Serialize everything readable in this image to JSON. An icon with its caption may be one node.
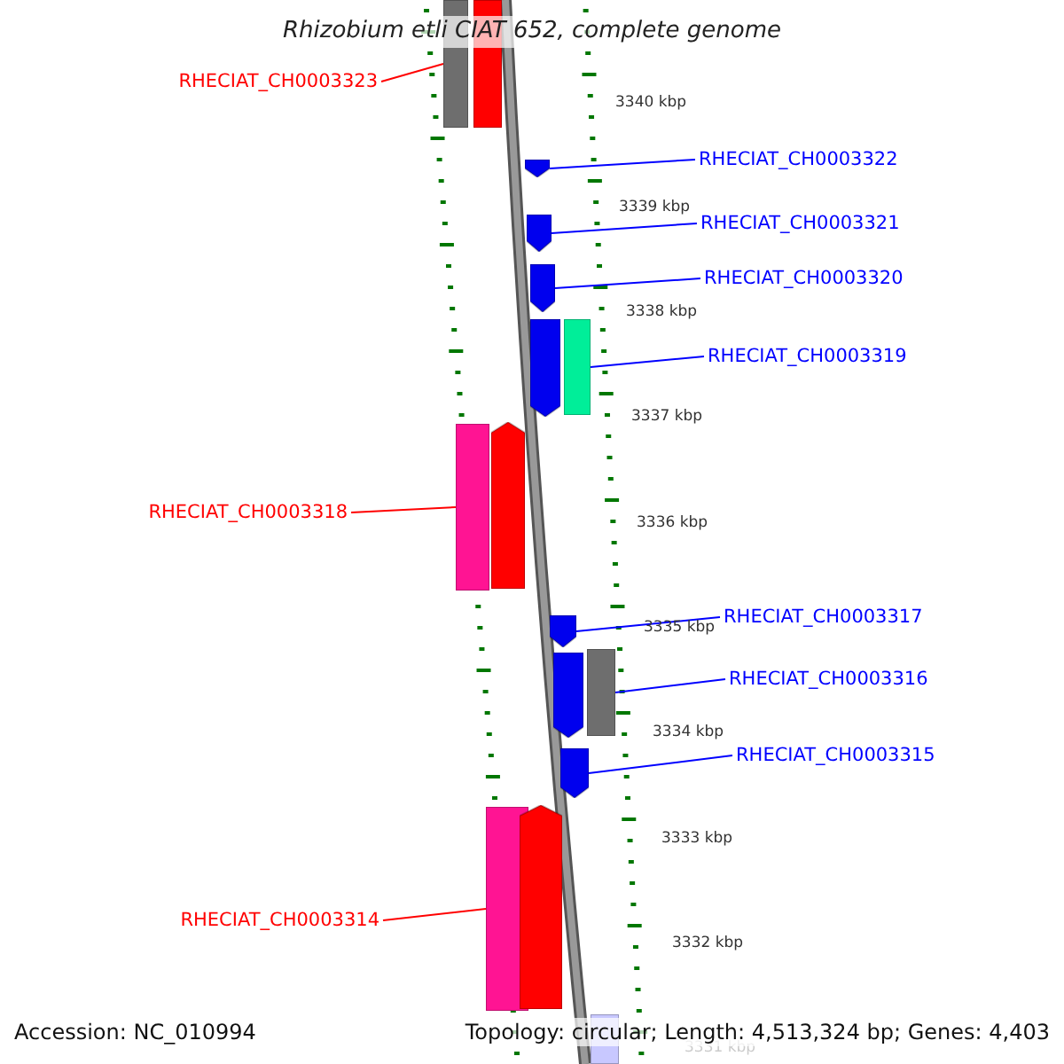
{
  "diagram": {
    "title": "Rhizobium etli CIAT 652, complete genome",
    "nodes": [
      {
        "text": [
          "RHECIAT_CH0003323"
        ]
      },
      {
        "text": [
          "RHECIAT_CH0003322"
        ]
      },
      {
        "text": [
          "RHECIAT_CH0003321"
        ]
      },
      {
        "text": [
          "RHECIAT_CH0003320"
        ]
      },
      {
        "text": [
          "RHECIAT_CH0003319"
        ]
      },
      {
        "text": [
          "RHECIAT_CH0003318"
        ]
      },
      {
        "text": [
          "RHECIAT_CH0003317"
        ]
      },
      {
        "text": [
          "RHECIAT_CH0003316"
        ]
      },
      {
        "text": [
          "RHECIAT_CH0003315"
        ]
      },
      {
        "text": [
          "RHECIAT_CH0003314"
        ]
      },
      {
        "text": [],
        "shape": "bar"
      },
      {
        "text": [],
        "shape": "bar"
      },
      {
        "text": [],
        "shape": "bar"
      },
      {
        "text": [],
        "shape": "bar"
      },
      {
        "text": [],
        "shape": "bar"
      },
      {
        "text": [],
        "shape": "bar"
      },
      {
        "text": [],
        "shape": "bar"
      },
      {
        "text": [],
        "shape": "bar"
      },
      {
        "text": [],
        "shape": "bar"
      },
      {
        "text": [],
        "shape": "bar"
      },
      {
        "text": [],
        "shape": "bar"
      },
      {
        "text": [],
        "shape": "bar"
      },
      {
        "text": [],
        "shape": "bar"
      },
      {
        "text": [],
        "shape": "bar"
      },
      {
        "text": [],
        "shape": "bar"
      },
      {
        "text": [],
        "shape": "bar"
      }
    ],
    "edges": [
      {
        "from": 0,
        "to": 10,
        "arrow": "none",
        "color": "#ff0000"
      },
      {
        "from": 1,
        "to": 12,
        "arrow": "none"
      },
      {
        "from": 2,
        "to": 13,
        "arrow": "none"
      },
      {
        "from": 3,
        "to": 14,
        "arrow": "none"
      },
      {
        "from": 4,
        "to": 16,
        "arrow": "none"
      },
      {
        "from": 5,
        "to": 17,
        "arrow": "none",
        "color": "#ff0000"
      },
      {
        "from": 6,
        "to": 19,
        "arrow": "none"
      },
      {
        "from": 7,
        "to": 21,
        "arrow": "none"
      },
      {
        "from": 8,
        "to": 22,
        "arrow": "none"
      },
      {
        "from": 9,
        "to": 23,
        "arrow": "none",
        "color": "#ff0000"
      }
    ],
    "labels": [
      "3340 kbp",
      "3339 kbp",
      "3338 kbp",
      "3337 kbp",
      "3336 kbp",
      "3335 kbp",
      "3334 kbp",
      "3333 kbp",
      "3332 kbp",
      "3331 kbp",
      "Accession: NC_010994",
      "Topology: circular; Length: 4,513,324 bp; Genes: 4,403"
    ]
  }
}
